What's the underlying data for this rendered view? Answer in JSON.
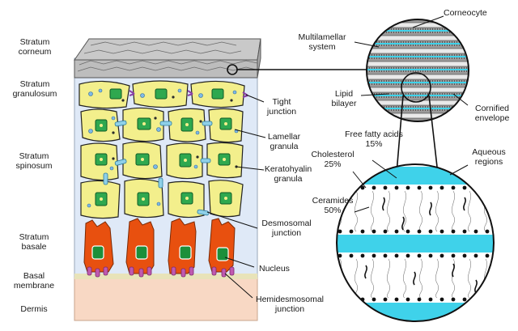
{
  "layers": {
    "corneum": "Stratum\ncorneum",
    "granulosum": "Stratum\ngranulosum",
    "spinosum": "Stratum\nspinosum",
    "basale": "Stratum\nbasale",
    "basal_membrane": "Basal\nmembrane",
    "dermis": "Dermis"
  },
  "structures": {
    "tight_junction": "Tight\njunction",
    "lamellar_granula": "Lamellar\ngranula",
    "keratohyalin_granula": "Keratohyalin\ngranula",
    "desmosomal_junction": "Desmosomal\njunction",
    "nucleus": "Nucleus",
    "hemidesmosomal_junction": "Hemidesmosomal\njunction"
  },
  "corneum_detail": {
    "corneocyte": "Corneocyte",
    "multilamellar_system": "Multilamellar\nsystem",
    "lipid_bilayer": "Lipid\nbilayer",
    "cornified_envelope": "Cornified\nenvelope"
  },
  "lipid_detail": {
    "free_fatty_acids": "Free fatty acids\n15%",
    "cholesterol": "Cholesterol\n25%",
    "ceramides": "Ceramides\n50%",
    "aqueous_regions": "Aqueous\nregions"
  },
  "colors": {
    "epidermis_bg": "#dfe9f7",
    "corneum": "#bfbfbf",
    "cell_fill": "#f3ef8c",
    "cell_nucleus": "#2fa84f",
    "basal_cell": "#e8500f",
    "basal_nucleus": "#1c8f3a",
    "dermis": "#f8d8c4",
    "aqueous": "#3fd2ea",
    "lipid_head": "#111111"
  }
}
